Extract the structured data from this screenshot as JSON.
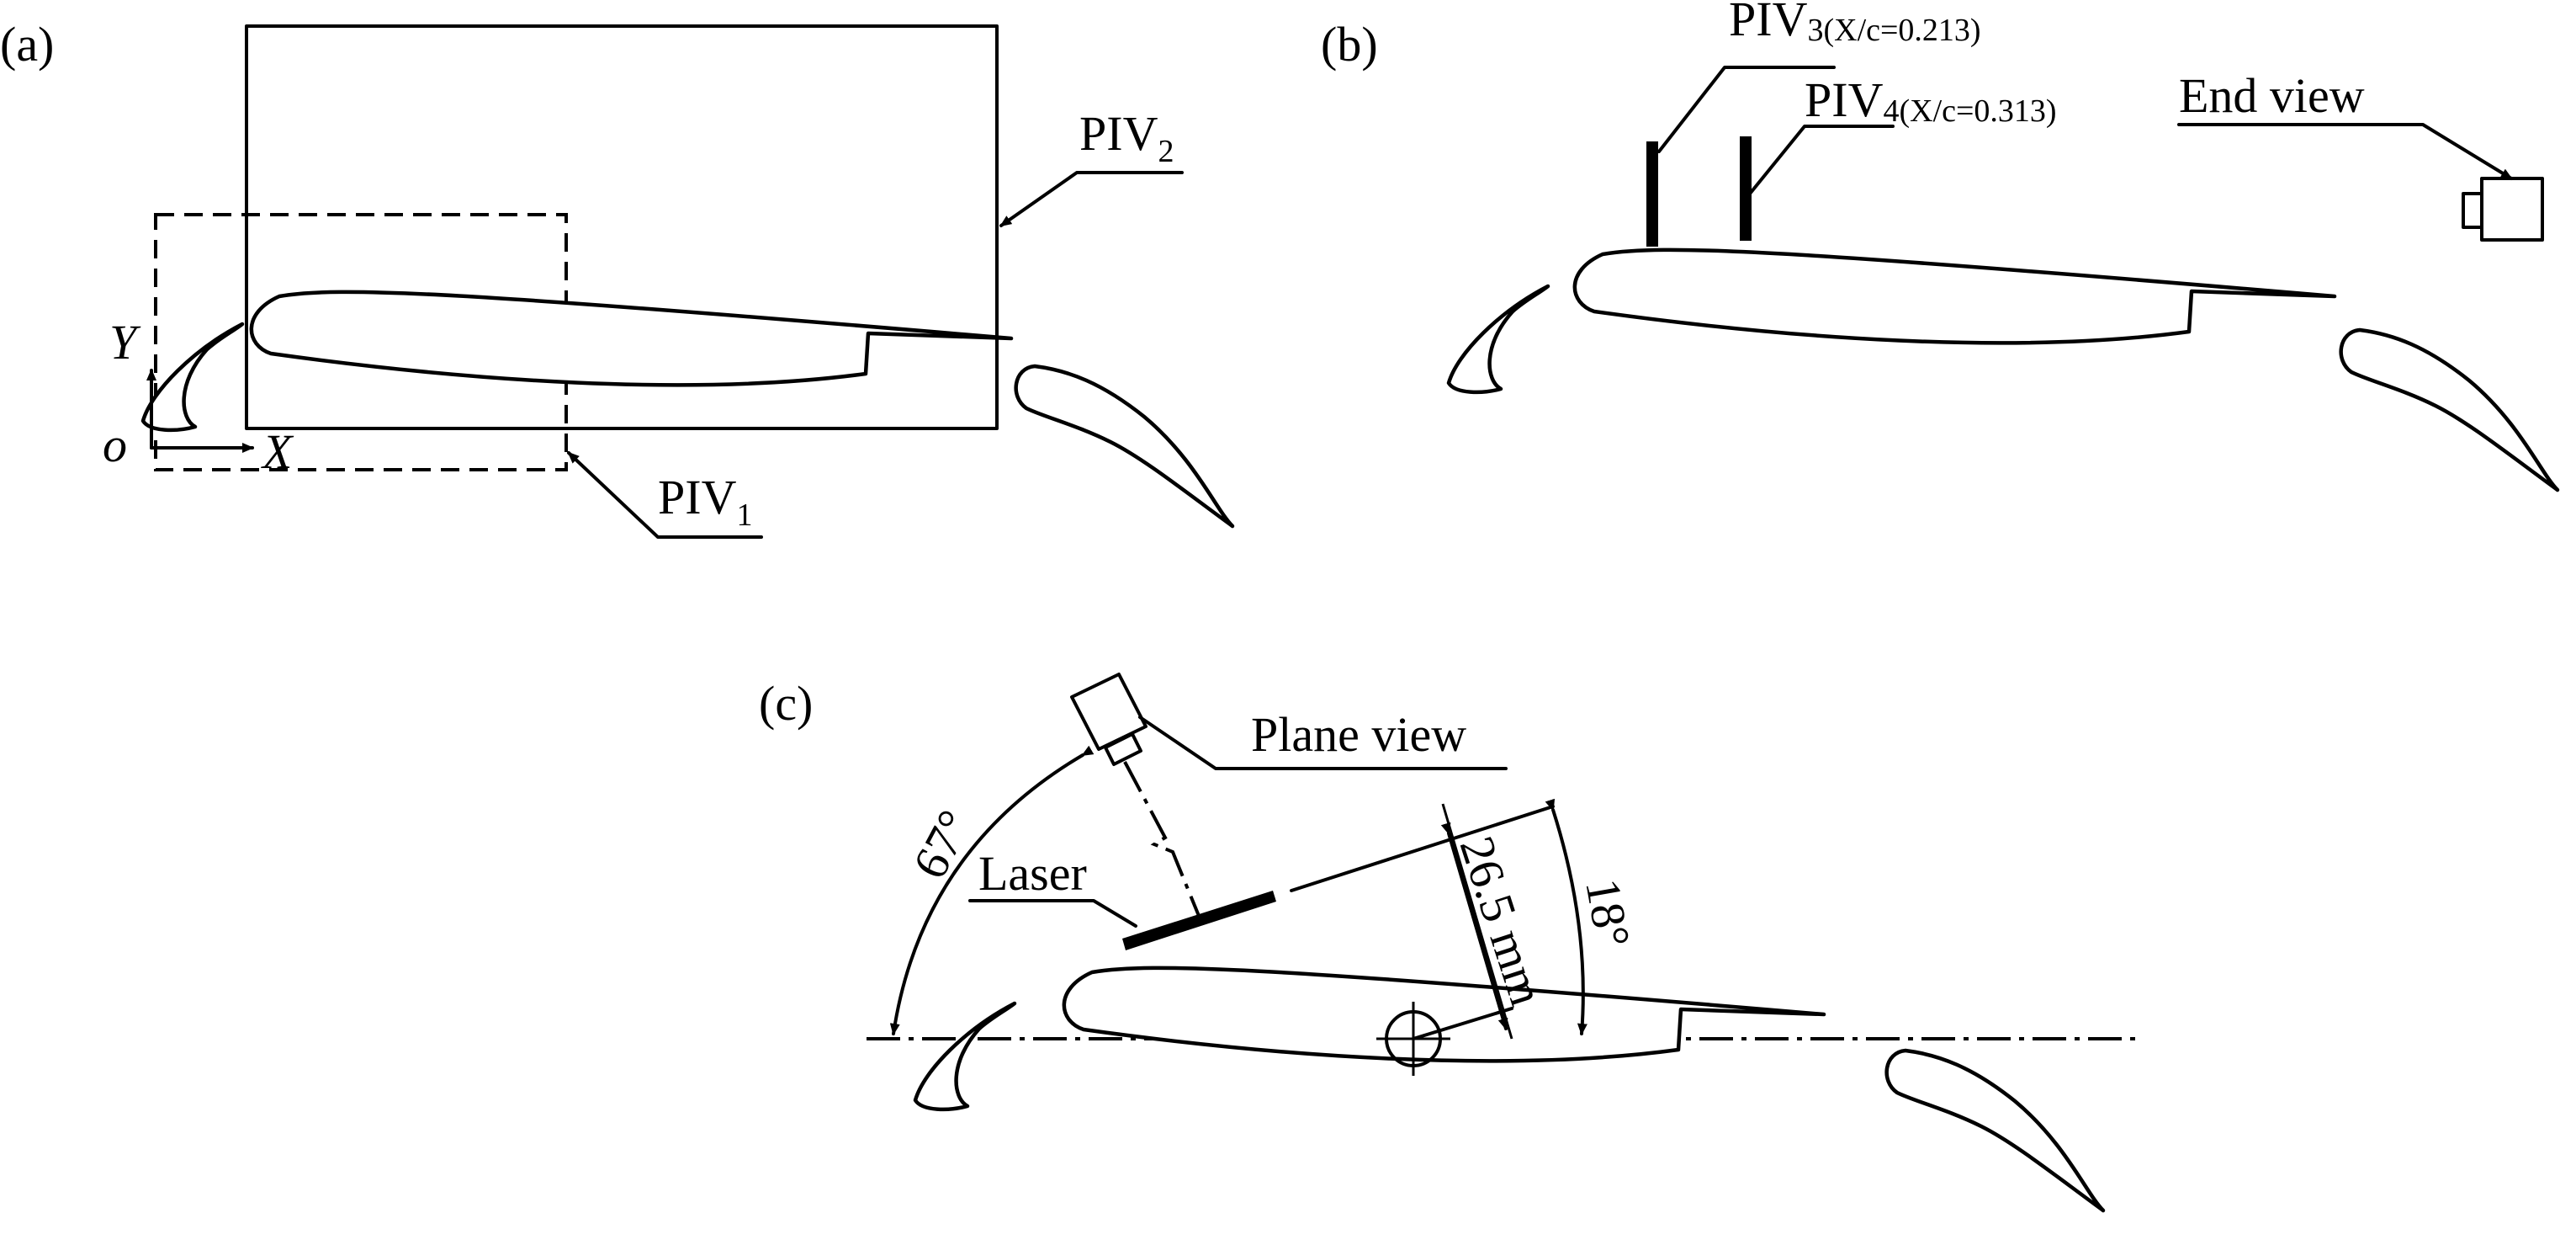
{
  "panels": {
    "a": {
      "label": "(a)",
      "piv1": {
        "base": "PIV",
        "sub": "1"
      },
      "piv2": {
        "base": "PIV",
        "sub": "2"
      },
      "axis_y": "Y",
      "axis_x": "X",
      "origin": "o"
    },
    "b": {
      "label": "(b)",
      "piv3": {
        "base": "PIV",
        "sub": "3(X/c=0.213)"
      },
      "piv4": {
        "base": "PIV",
        "sub": "4(X/c=0.313)"
      },
      "end_view": "End view"
    },
    "c": {
      "label": "(c)",
      "plane_view": "Plane view",
      "laser": "Laser",
      "angle_67": "67°",
      "distance": "26.5 mm",
      "angle_18": "18°"
    }
  }
}
